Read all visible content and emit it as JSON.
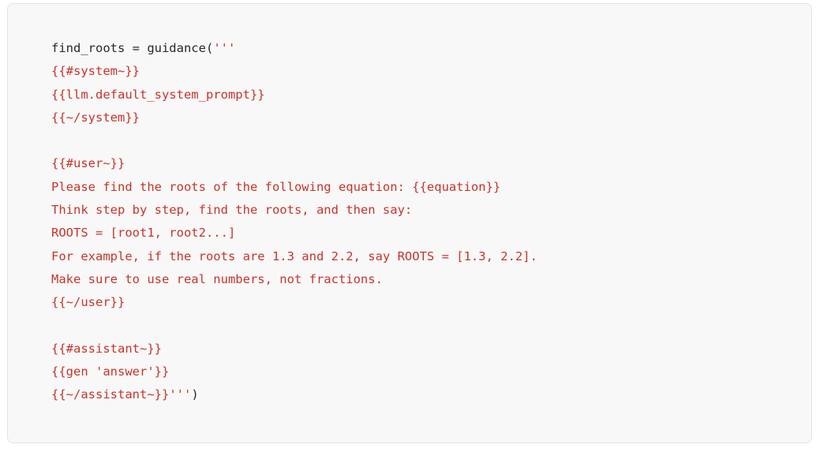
{
  "card": {
    "kind": "code-block",
    "language": "python",
    "background_color": "#f8f8f8",
    "border_color": "#e3e3e3",
    "plain_color": "#24292e",
    "string_color": "#c7342a"
  },
  "code": {
    "lines": [
      {
        "segments": [
          {
            "text": "find_roots = guidance(",
            "style": "plain"
          },
          {
            "text": "'''",
            "style": "string"
          }
        ]
      },
      {
        "segments": [
          {
            "text": "{{#system~}}",
            "style": "string"
          }
        ]
      },
      {
        "segments": [
          {
            "text": "{{llm.default_system_prompt}}",
            "style": "string"
          }
        ]
      },
      {
        "segments": [
          {
            "text": "{{~/system}}",
            "style": "string"
          }
        ]
      },
      {
        "segments": [
          {
            "text": "",
            "style": "blank"
          }
        ]
      },
      {
        "segments": [
          {
            "text": "{{#user~}}",
            "style": "string"
          }
        ]
      },
      {
        "segments": [
          {
            "text": "Please find the roots of the following equation: {{equation}}",
            "style": "string"
          }
        ]
      },
      {
        "segments": [
          {
            "text": "Think step by step, find the roots, and then say:",
            "style": "string"
          }
        ]
      },
      {
        "segments": [
          {
            "text": "ROOTS = [root1, root2...]",
            "style": "string"
          }
        ]
      },
      {
        "segments": [
          {
            "text": "For example, if the roots are 1.3 and 2.2, say ROOTS = [1.3, 2.2].",
            "style": "string"
          }
        ]
      },
      {
        "segments": [
          {
            "text": "Make sure to use real numbers, not fractions.",
            "style": "string"
          }
        ]
      },
      {
        "segments": [
          {
            "text": "{{~/user}}",
            "style": "string"
          }
        ]
      },
      {
        "segments": [
          {
            "text": "",
            "style": "blank"
          }
        ]
      },
      {
        "segments": [
          {
            "text": "{{#assistant~}}",
            "style": "string"
          }
        ]
      },
      {
        "segments": [
          {
            "text": "{{gen 'answer'}}",
            "style": "string"
          }
        ]
      },
      {
        "segments": [
          {
            "text": "{{~/assistant~}}",
            "style": "string"
          },
          {
            "text": "'''",
            "style": "string"
          },
          {
            "text": ")",
            "style": "plain"
          }
        ]
      }
    ]
  }
}
